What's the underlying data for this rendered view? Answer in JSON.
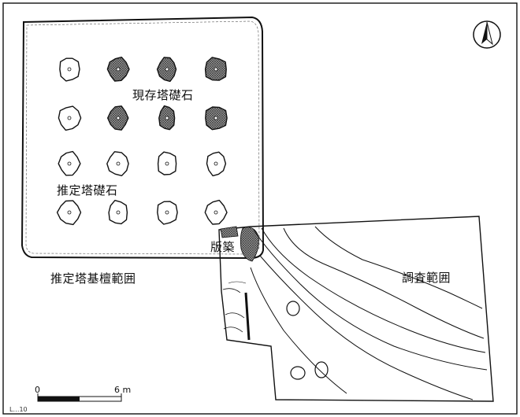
{
  "labels": {
    "existing_stones": "現存塔礎石",
    "estimated_stones": "推定塔礎石",
    "rammed_earth": "版築",
    "estimated_platform": "推定塔基檀範囲",
    "survey_area": "調査範囲",
    "scale_zero": "0",
    "scale_six": "6 m",
    "figure_ref": "L…10"
  },
  "foundation_stones": {
    "rows": 4,
    "cols": 4,
    "existing": [
      [
        false,
        true,
        true,
        true
      ],
      [
        false,
        true,
        true,
        true
      ],
      [
        false,
        false,
        false,
        false
      ],
      [
        false,
        false,
        false,
        false
      ]
    ]
  },
  "north_arrow": {
    "icon": "north-arrow-icon"
  },
  "colors": {
    "ink": "#111111",
    "hatch": "#777777",
    "paper": "#ffffff"
  }
}
